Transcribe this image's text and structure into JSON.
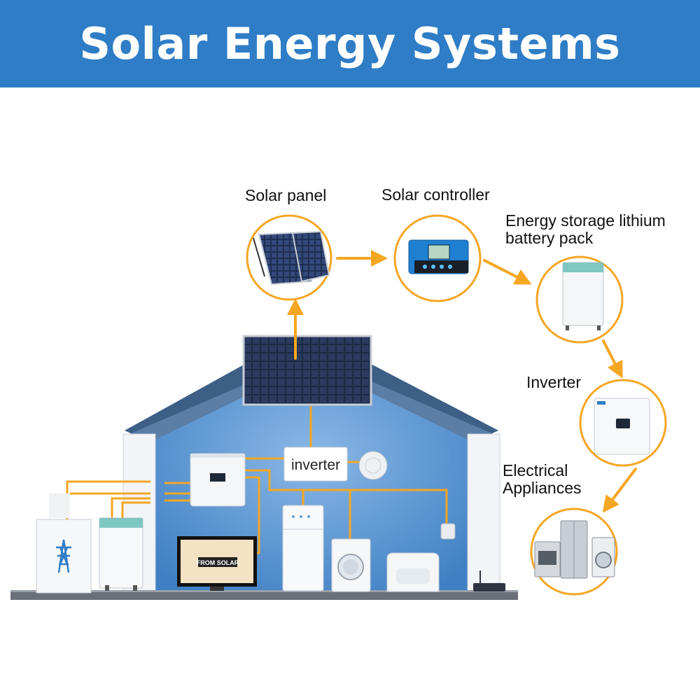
{
  "title": "Solar Energy Systems",
  "colors": {
    "banner": "#2f7dc6",
    "arrow": "#f5a623",
    "house_wall": "#4f8fd0",
    "roof": "#3d5f86"
  },
  "components": [
    {
      "name": "solar-panel",
      "label": [
        "Solar panel"
      ]
    },
    {
      "name": "solar-controller",
      "label": [
        "Solar controller"
      ]
    },
    {
      "name": "battery-pack",
      "label": [
        "Energy storage lithium",
        "battery pack"
      ]
    },
    {
      "name": "inverter",
      "label": [
        "Inverter"
      ]
    },
    {
      "name": "appliances",
      "label": [
        "Electrical",
        "Appliances"
      ]
    }
  ],
  "house": {
    "inverter_box": "inverter",
    "tv_text": "FROM SOLAR"
  }
}
